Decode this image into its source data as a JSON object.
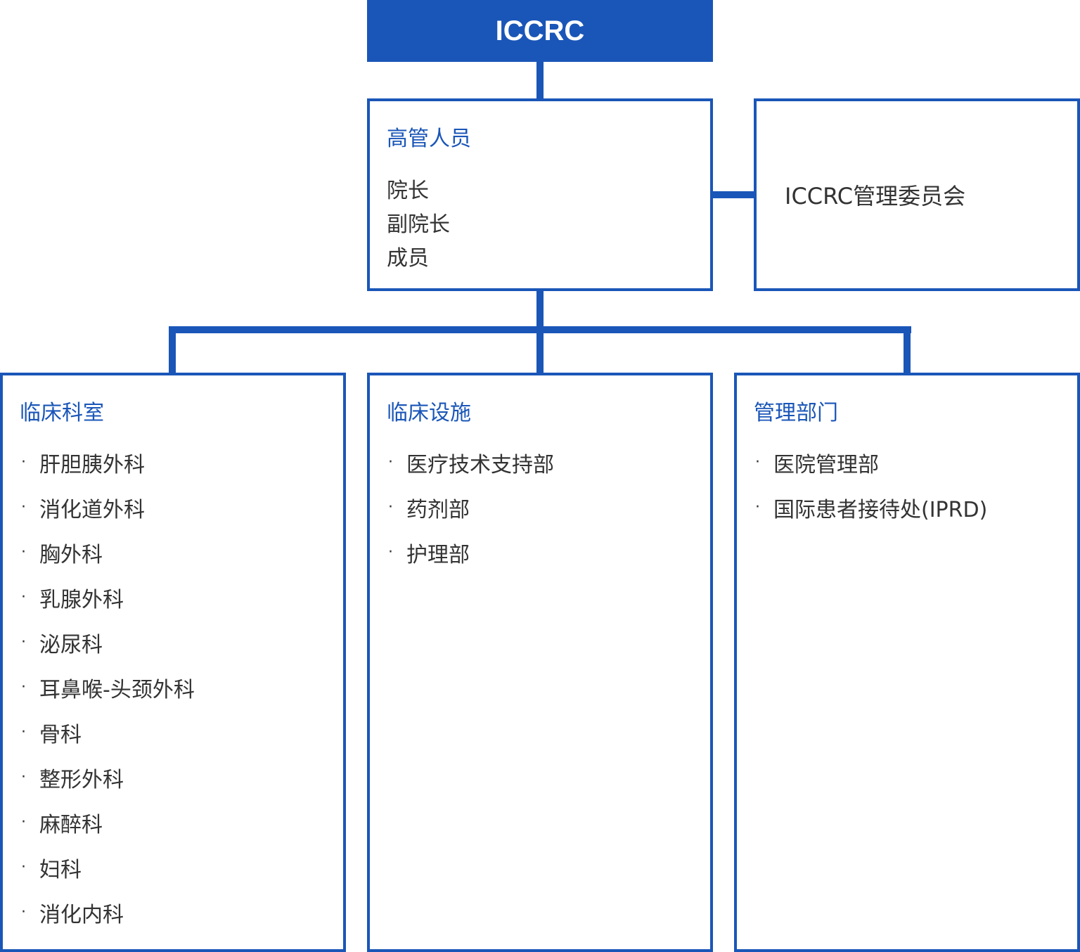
{
  "root": {
    "label": "ICCRC"
  },
  "executives": {
    "title": "高管人员",
    "roles": [
      "院长",
      "副院长",
      "成员"
    ]
  },
  "committee": {
    "label": "ICCRC管理委员会"
  },
  "departments": [
    {
      "title": "临床科室",
      "items": [
        "肝胆胰外科",
        "消化道外科",
        "胸外科",
        "乳腺外科",
        "泌尿科",
        "耳鼻喉-头颈外科",
        "骨科",
        "整形外科",
        "麻醉科",
        "妇科",
        "消化内科"
      ]
    },
    {
      "title": "临床设施",
      "items": [
        "医疗技术支持部",
        "药剂部",
        "护理部"
      ]
    },
    {
      "title": "管理部门",
      "items": [
        "医院管理部",
        "国际患者接待处(IPRD)"
      ]
    }
  ],
  "colors": {
    "accent": "#1a56b8",
    "text": "#333333"
  }
}
